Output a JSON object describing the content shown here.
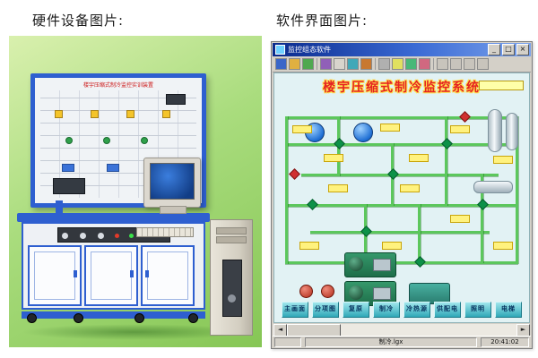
{
  "captions": {
    "hardware": "硬件设备图片:",
    "software": "软件界面图片:"
  },
  "hardware": {
    "panel_title": "楼宇压缩式制冷监控实训装置"
  },
  "software": {
    "window_title": "监控组态软件",
    "main_title": "楼宇压缩式制冷监控系统",
    "nav_buttons": [
      "主画面",
      "分项图",
      "复原",
      "制冷",
      "冷热源",
      "供配电",
      "照明",
      "电梯"
    ],
    "statusbar": {
      "file": "制冷.lgx",
      "time": "20:41:02"
    },
    "colors": {
      "title_red": "#e52222",
      "title_halo": "#ffe34d",
      "pipe_green": "#5cc75c",
      "button_teal": "#2fa8b8"
    }
  }
}
